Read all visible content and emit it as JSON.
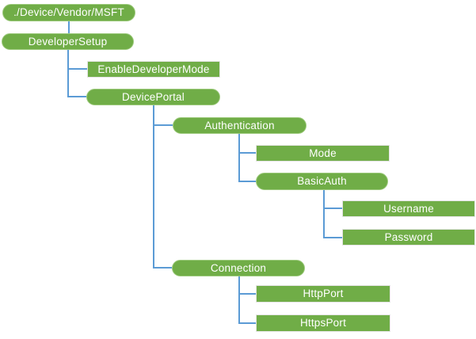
{
  "colors": {
    "background": "#ffffff",
    "node_fill": "#70ad47",
    "node_text": "#ffffff",
    "node_border_rounded": "#9dca7d",
    "node_border_rect": "#e4e4e4",
    "connector": "#5b9bd5"
  },
  "nodes": [
    {
      "id": "root",
      "label": "./Device/Vendor/MSFT",
      "shape": "rounded"
    },
    {
      "id": "developer-setup",
      "label": "DeveloperSetup",
      "shape": "rounded"
    },
    {
      "id": "enable-developer-mode",
      "label": "EnableDeveloperMode",
      "shape": "rect"
    },
    {
      "id": "device-portal",
      "label": "DevicePortal",
      "shape": "rounded"
    },
    {
      "id": "authentication",
      "label": "Authentication",
      "shape": "rounded"
    },
    {
      "id": "mode",
      "label": "Mode",
      "shape": "rect"
    },
    {
      "id": "basic-auth",
      "label": "BasicAuth",
      "shape": "rounded"
    },
    {
      "id": "username",
      "label": "Username",
      "shape": "rect"
    },
    {
      "id": "password",
      "label": "Password",
      "shape": "rect"
    },
    {
      "id": "connection",
      "label": "Connection",
      "shape": "rounded"
    },
    {
      "id": "http-port",
      "label": "HttpPort",
      "shape": "rect"
    },
    {
      "id": "https-port",
      "label": "HttpsPort",
      "shape": "rect"
    }
  ]
}
